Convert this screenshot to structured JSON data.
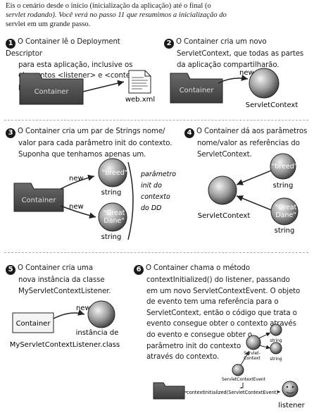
{
  "intro": {
    "line1_a": "Eis o cenário desde o início (inicialização da aplicação) até o final (o",
    "line2_a": "servlet rodando). Você verá no passo 11 que resumimos a inicialização do",
    "line3": "servlet em um grande passo."
  },
  "steps": {
    "s1": {
      "num": "1",
      "lines": [
        "O Container lê o Deployment Descriptor",
        "para esta aplicação, inclusive os",
        "elementos <listener> e <context-param>."
      ]
    },
    "s2": {
      "num": "2",
      "lines": [
        "O Container cria um novo",
        "ServletContext, que todas as partes",
        "da aplicação compartilharão."
      ]
    },
    "s3": {
      "num": "3",
      "lines": [
        "O Container cria um par de Strings nome/",
        "valor para cada parâmetro init do contexto.",
        "Suponha que tenhamos apenas um."
      ]
    },
    "s4": {
      "num": "4",
      "lines": [
        "O Container dá aos parâmetros",
        "nome/valor as referências do",
        "ServletContext."
      ]
    },
    "s5": {
      "num": "5",
      "lines": [
        "O Container cria uma",
        "nova instância da classe",
        "MyServletContextListener."
      ]
    },
    "s6": {
      "num": "6",
      "lines": [
        "O Container chama o método",
        "contextInitialized() do listener, passando",
        "em um novo ServletContextEvent. O objeto",
        "de evento tem uma referência para o",
        "ServletContext, então o código que trata o",
        "evento consegue obter o contexto através",
        "do evento e consegue obter o",
        "parâmetro init do contexto",
        "através do contexto."
      ]
    }
  },
  "labels": {
    "container": "Container",
    "webxml": "web.xml",
    "new": "new",
    "servletcontext": "ServletContext",
    "breed": "\"breed\"",
    "great": "\"Great",
    "dane": "Dane\"",
    "string": "string",
    "param_note": [
      "parâmetro",
      "init do",
      "contexto",
      "do DD"
    ],
    "instance_of": "instância de",
    "listener_class": "MyServletContextListener.class",
    "mini_servlet": "Servlet-",
    "mini_context": "Context",
    "mini_event": "ServletContextEvent",
    "call": "contextInitialized(ServletContextEvent)",
    "listener": "listener"
  }
}
